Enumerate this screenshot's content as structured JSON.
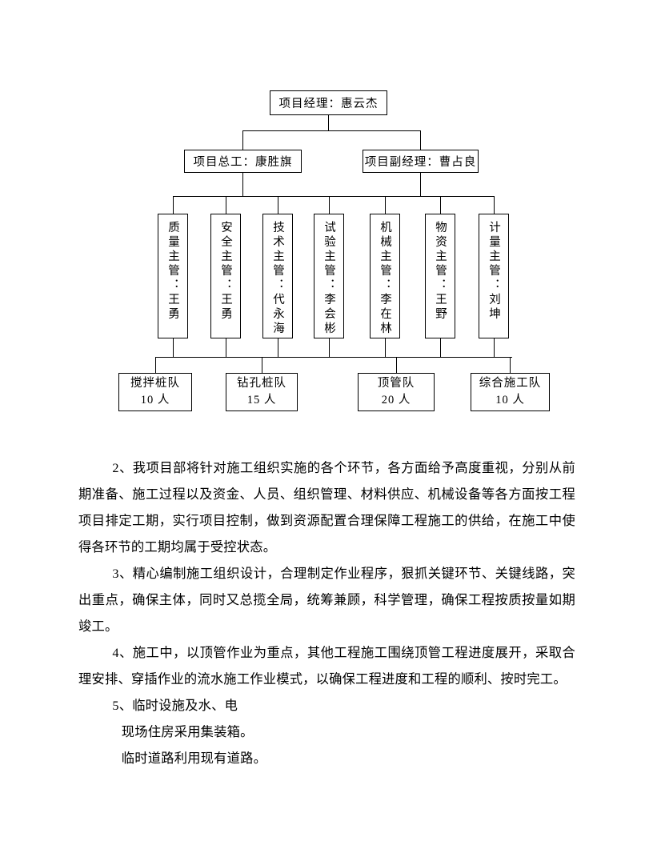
{
  "page": {
    "background": "#ffffff",
    "text_color": "#000000"
  },
  "org_chart": {
    "top": {
      "label": "项目经理：惠云杰"
    },
    "level2": [
      {
        "label": "项目总工：康胜旗"
      },
      {
        "label": "项目副经理：曹占良"
      }
    ],
    "level3": [
      {
        "label": "质量主管：王勇"
      },
      {
        "label": "安全主管：王勇"
      },
      {
        "label": "技术主管：代永海"
      },
      {
        "label": "试验主管：李会彬"
      },
      {
        "label": "机械主管：李在林"
      },
      {
        "label": "物资主管：王野"
      },
      {
        "label": "计量主管：刘坤"
      }
    ],
    "level4": [
      {
        "name": "搅拌桩队",
        "count": "10 人"
      },
      {
        "name": "钻孔桩队",
        "count": "15 人"
      },
      {
        "name": "顶管队",
        "count": "20 人"
      },
      {
        "name": "综合施工队",
        "count": "10 人"
      }
    ]
  },
  "paragraphs": [
    {
      "text": "2、我项目部将针对施工组织实施的各个环节，各方面给予高度重视，分别从前期准备、施工过程以及资金、人员、组织管理、材料供应、机械设备等各方面按工程项目排定工期，实行项目控制，做到资源配置合理保障工程施工的供给，在施工中使得各环节的工期均属于受控状态。"
    },
    {
      "text": "3、精心编制施工组织设计，合理制定作业程序，狠抓关键环节、关键线路，突出重点，确保主体，同时又总揽全局，统筹兼顾，科学管理，确保工程按质按量如期竣工。"
    },
    {
      "text": "4、施工中，以顶管作业为重点，其他工程施工围绕顶管工程进度展开，采取合理安排、穿插作业的流水施工作业模式，以确保工程进度和工程的顺利、按时完工。"
    },
    {
      "text": "5、临时设施及水、电"
    },
    {
      "text": "现场住房采用集装箱。"
    },
    {
      "text": "临时道路利用现有道路。"
    }
  ]
}
